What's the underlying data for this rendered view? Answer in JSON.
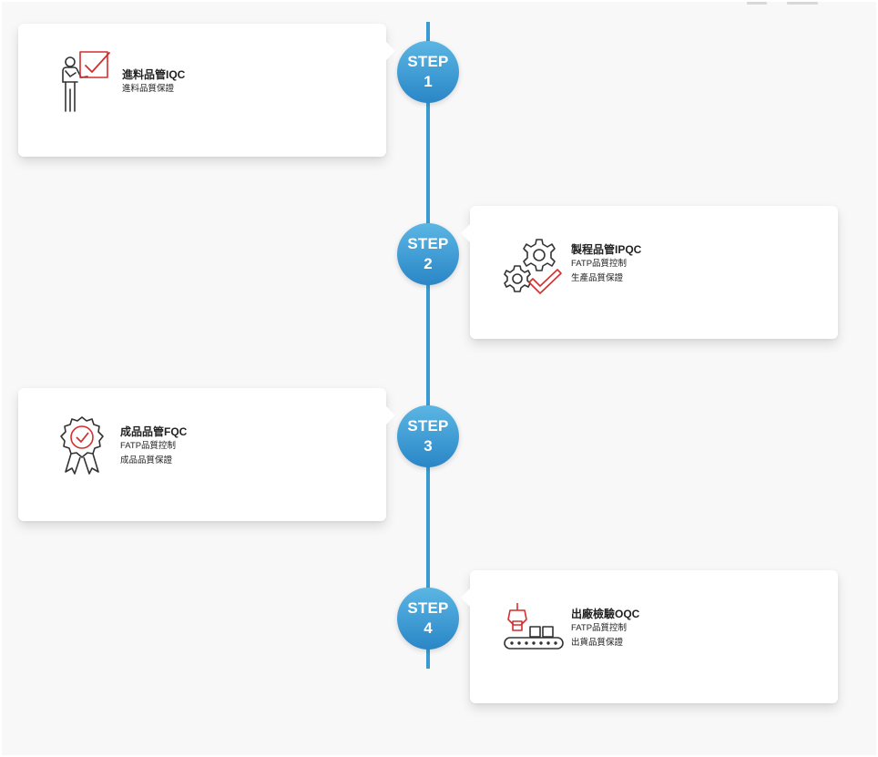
{
  "steps": [
    {
      "step_label": "STEP",
      "step_number": "1",
      "icon": "inspector-checklist-icon",
      "title": "進料品管IQC",
      "lines": [
        "進料品質保證"
      ]
    },
    {
      "step_label": "STEP",
      "step_number": "2",
      "icon": "gears-check-icon",
      "title": "製程品管IPQC",
      "lines": [
        "FATP品質控制",
        "生產品質保證"
      ]
    },
    {
      "step_label": "STEP",
      "step_number": "3",
      "icon": "certified-badge-icon",
      "title": "成品品管FQC",
      "lines": [
        "FATP品質控制",
        "成品品質保證"
      ]
    },
    {
      "step_label": "STEP",
      "step_number": "4",
      "icon": "conveyor-robot-icon",
      "title": "出廠檢驗OQC",
      "lines": [
        "FATP品質控制",
        "出貨品質保證"
      ]
    }
  ],
  "colors": {
    "timeline": "#3a9bd2",
    "step_circle_top": "#5bb6e4",
    "step_circle_bottom": "#2a86c6",
    "icon_accent": "#d32f2f",
    "icon_line": "#333333"
  }
}
